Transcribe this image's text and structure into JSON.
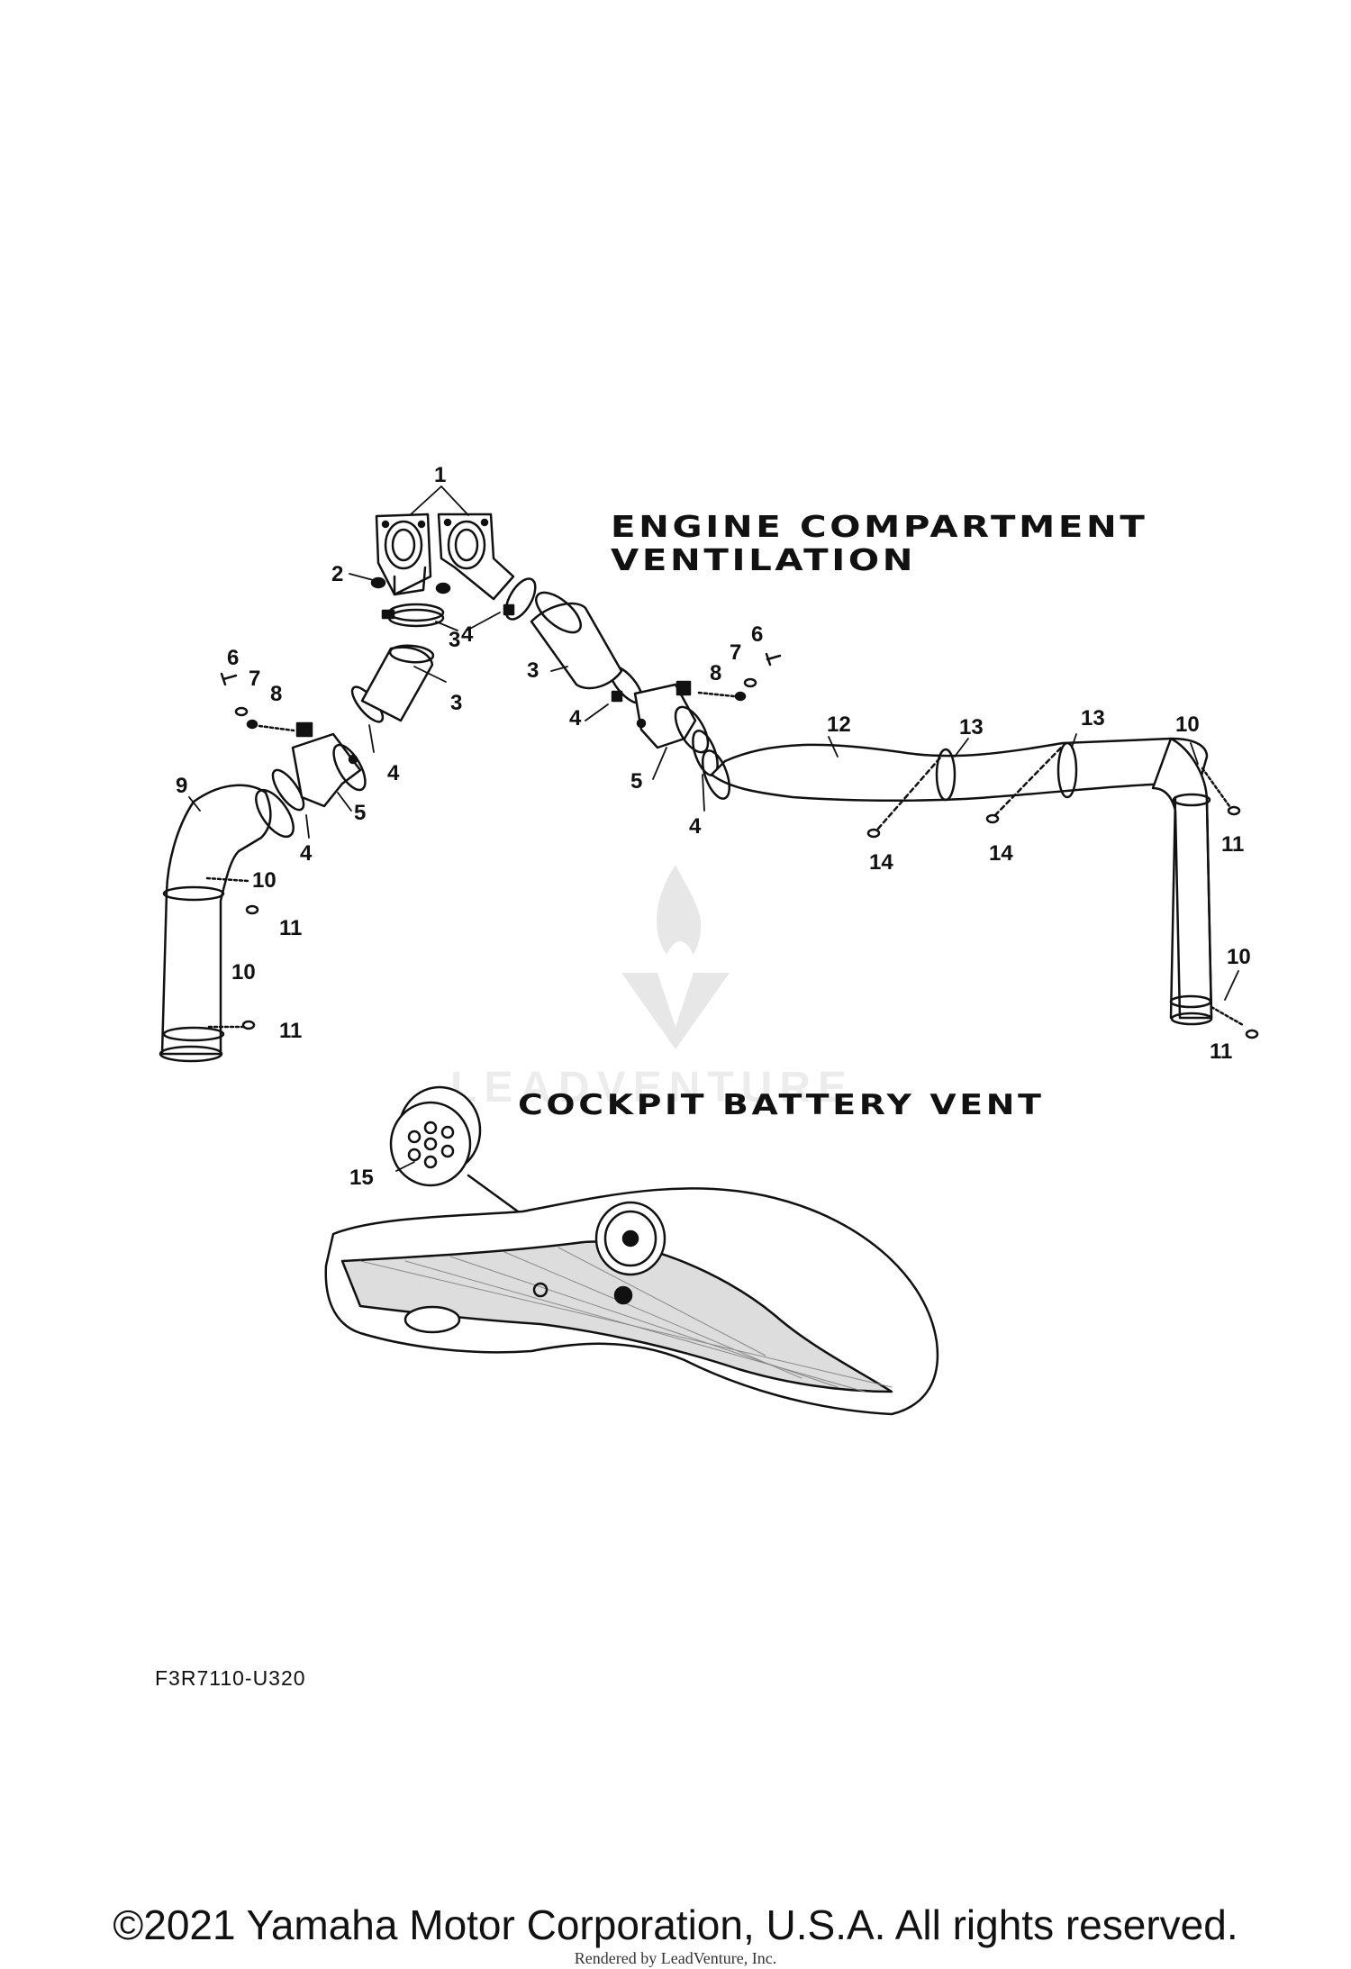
{
  "titles": {
    "engine_line1": "ENGINE COMPARTMENT",
    "engine_line2": "VENTILATION",
    "cockpit": "COCKPIT BATTERY VENT"
  },
  "callouts": {
    "p1": "1",
    "p2": "2",
    "p3a": "3",
    "p3b": "3",
    "p4a": "4",
    "p4b": "4",
    "p4c": "4",
    "p4d": "4",
    "p4e": "4",
    "p5a": "5",
    "p5b": "5",
    "p6a": "6",
    "p6b": "6",
    "p7a": "7",
    "p7b": "7",
    "p8a": "8",
    "p8b": "8",
    "p9": "9",
    "p10a": "10",
    "p10b": "10",
    "p10c": "10",
    "p10d": "10",
    "p11a": "11",
    "p11b": "11",
    "p11c": "11",
    "p11d": "11",
    "p12": "12",
    "p13a": "13",
    "p13b": "13",
    "p14a": "14",
    "p14b": "14",
    "p15": "15"
  },
  "part_code": "F3R7110-U320",
  "copyright": "©2021 Yamaha Motor Corporation, U.S.A. All rights reserved.",
  "rendered_by": "Rendered by LeadVenture, Inc.",
  "watermark_text": "LEADVENTURE"
}
